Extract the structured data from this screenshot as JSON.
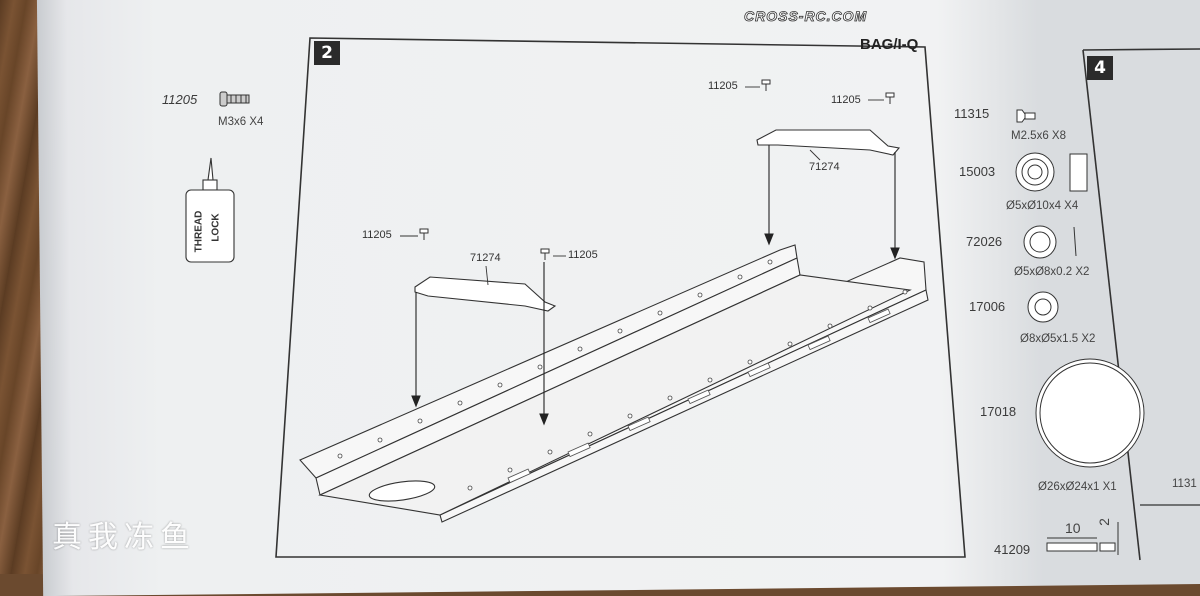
{
  "header": {
    "brand": "CROSS-RC.COM",
    "bag": "BAG/I-Q"
  },
  "step_main": "2",
  "step_next": "4",
  "parts_left": [
    {
      "part": "11205",
      "spec": "M3x6 X4",
      "icon": "screw-icon"
    }
  ],
  "thread_lock": {
    "line1": "THREAD",
    "line2": "LOCK"
  },
  "diagram_labels": {
    "screw_a": "11205",
    "screw_b": "11205",
    "screw_c": "11205",
    "screw_d": "11205",
    "bracket_a": "71274",
    "bracket_b": "71274"
  },
  "parts_right": [
    {
      "part": "11315",
      "spec": "M2.5x6 X8"
    },
    {
      "part": "15003",
      "spec": "Ø5xØ10x4 X4"
    },
    {
      "part": "72026",
      "spec": "Ø5xØ8x0.2 X2"
    },
    {
      "part": "17006",
      "spec": "Ø8xØ5x1.5 X2"
    },
    {
      "part": "17018",
      "spec": "Ø26xØ24x1 X1"
    },
    {
      "part": "41209",
      "dim_len": "10",
      "dim_w": "2"
    }
  ],
  "cut_off_part": "1131",
  "watermark": "真我冻鱼"
}
